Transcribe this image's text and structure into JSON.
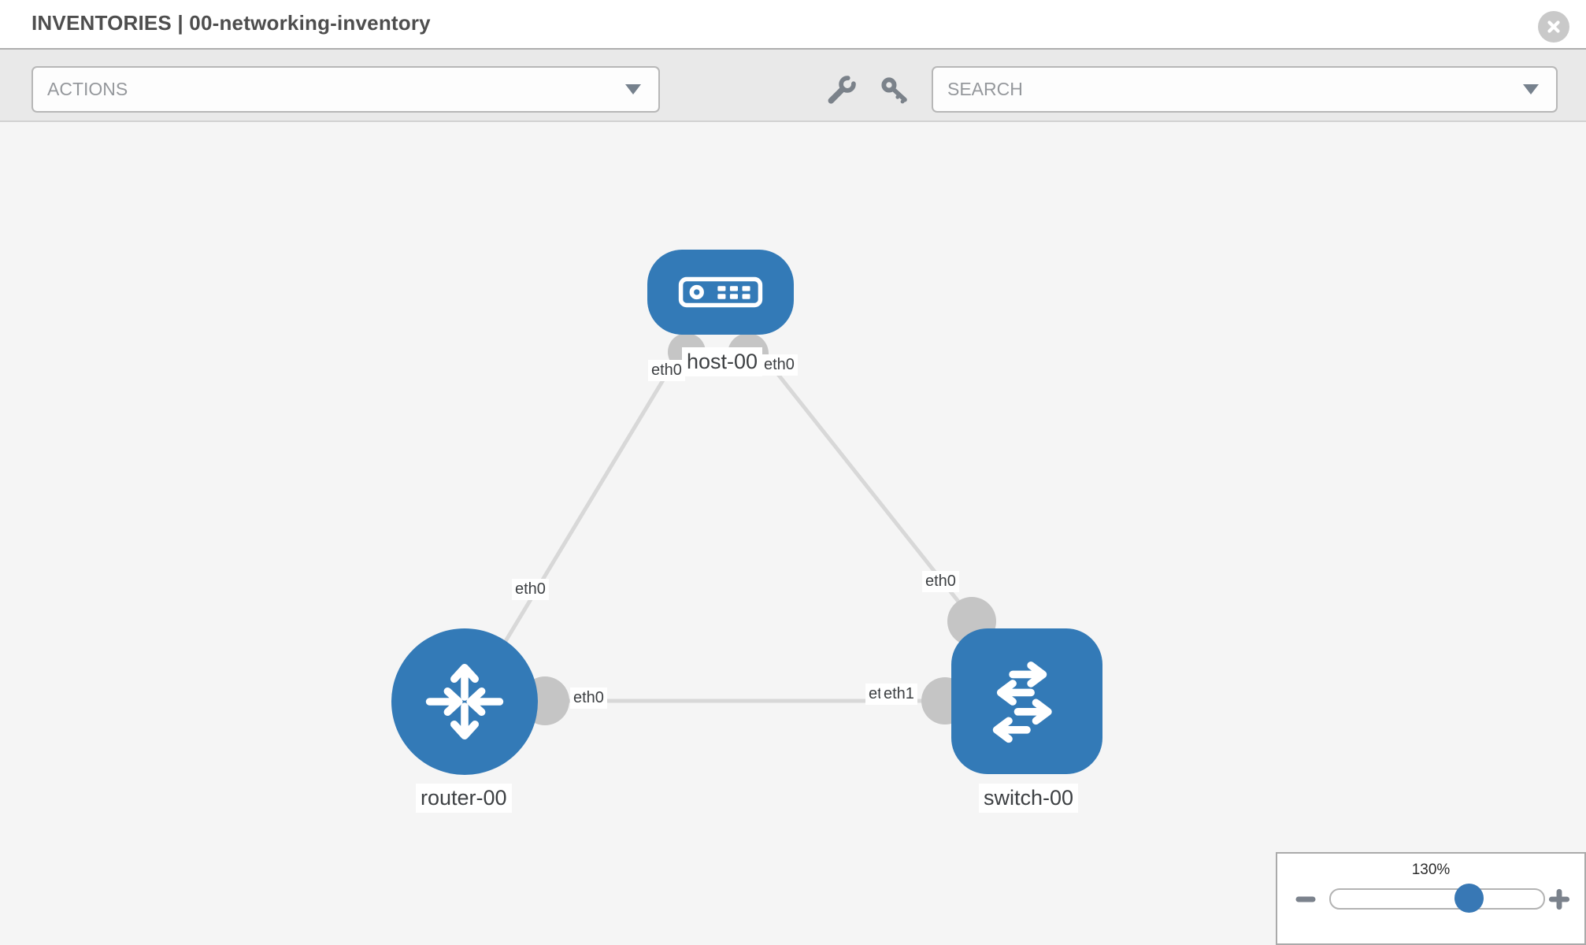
{
  "header": {
    "title": "INVENTORIES | 00-networking-inventory"
  },
  "toolbar": {
    "actions_label": "ACTIONS",
    "search_label": "SEARCH",
    "icons": [
      "wrench-icon",
      "key-icon"
    ]
  },
  "topology": {
    "nodes": [
      {
        "id": "host-00",
        "type": "host",
        "label": "host-00"
      },
      {
        "id": "router-00",
        "type": "router",
        "label": "router-00"
      },
      {
        "id": "switch-00",
        "type": "switch",
        "label": "switch-00"
      }
    ],
    "links": [
      {
        "from": "host-00",
        "from_port": "eth0",
        "to": "router-00",
        "to_port": "eth0"
      },
      {
        "from": "host-00",
        "from_port": "eth0",
        "to": "switch-00",
        "to_port": "eth0"
      },
      {
        "from": "router-00",
        "from_port": "eth0",
        "to": "switch-00",
        "to_port": "eth1"
      }
    ],
    "port_labels": {
      "host_router_at_host": "eth0",
      "host_router_at_router": "eth0",
      "host_switch_at_host": "eth0",
      "host_switch_at_switch": "eth0",
      "router_switch_at_router": "eth0",
      "router_switch_at_switch_back": "eth0",
      "router_switch_at_switch_front": "eth1"
    }
  },
  "zoom_panel": {
    "level": "130%"
  },
  "colors": {
    "node_blue": "#337ab7",
    "link_gray": "#d8d8d8",
    "port_gray": "#c5c5c5",
    "canvas_bg": "#f5f5f5",
    "toolbar_bg": "#e9e9e9"
  }
}
